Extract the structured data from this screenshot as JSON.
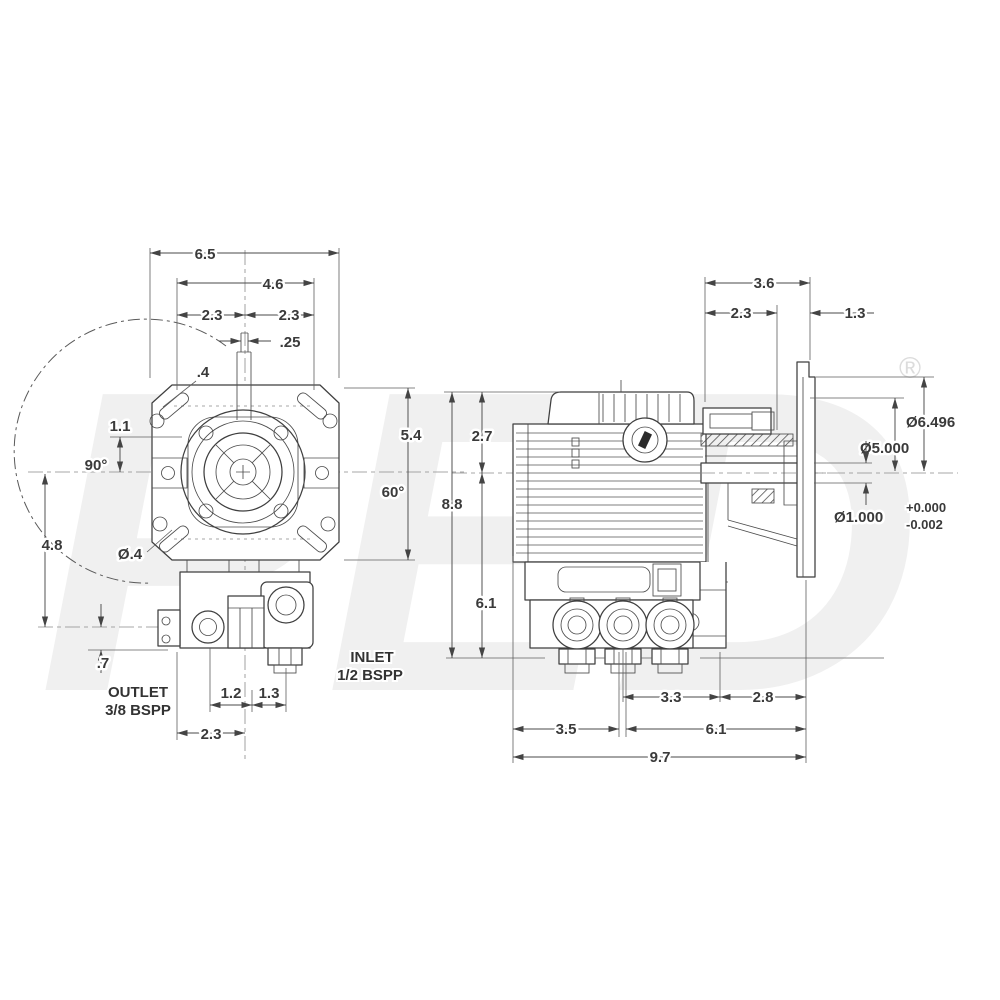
{
  "drawing": {
    "watermark": {
      "text": "PED",
      "registered": "®"
    },
    "front_view": {
      "dims": {
        "width_overall": "6.5",
        "width_bolt_pattern": "4.6",
        "bolt_left": "2.3",
        "bolt_right": "2.3",
        "key_width": ".25",
        "slot_width": ".4",
        "offset_top": "1.1",
        "angle_left": "90°",
        "height_body": "5.4",
        "angle_right": "60°",
        "height_centerline": "4.8",
        "slot_diameter": "Ø.4",
        "outlet_offset": ".7",
        "port_spacing_a": "1.2",
        "port_spacing_b": "1.3",
        "outlet_span": "2.3"
      },
      "labels": {
        "outlet_title": "OUTLET",
        "outlet_thread": "3/8 BSPP",
        "inlet_title": "INLET",
        "inlet_thread": "1/2 BSPP"
      }
    },
    "side_view": {
      "dims": {
        "shaft_overall": "3.6",
        "shaft_a": "2.3",
        "shaft_b": "1.3",
        "height_top": "2.7",
        "height_overall": "8.8",
        "height_lower": "6.1",
        "flange_diameter": "Ø6.496",
        "pilot_diameter": "Ø5.000",
        "shaft_diameter": "Ø1.000",
        "shaft_tol_plus": "+0.000",
        "shaft_tol_minus": "-0.002",
        "span_valves": "3.3",
        "span_rear": "2.8",
        "span_front": "3.5",
        "span_body": "6.1",
        "length_overall": "9.7"
      }
    }
  }
}
